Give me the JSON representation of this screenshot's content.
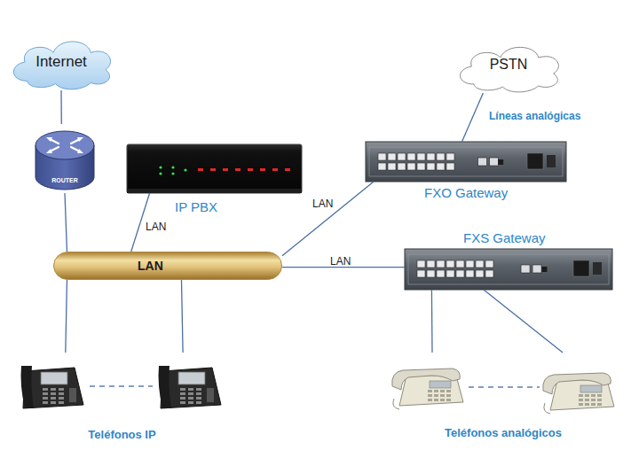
{
  "diagram": {
    "nodes": [
      {
        "text": [
          "Internet"
        ]
      },
      {
        "text": [
          "PSTN"
        ]
      },
      {
        "text": [
          "ROUTER"
        ]
      },
      {
        "text": [
          "IP PBX"
        ]
      },
      {
        "text": [
          "FXO Gateway"
        ]
      },
      {
        "text": [
          "LAN"
        ]
      },
      {
        "text": [
          "FXS Gateway"
        ]
      },
      {
        "text": [
          "Teléfonos IP"
        ]
      },
      {
        "text": [
          "Teléfonos analógicos"
        ]
      }
    ],
    "edges": [
      {
        "from": 0,
        "to": 2,
        "arrow": "none"
      },
      {
        "from": 1,
        "to": 4,
        "label": "Líneas analógicas",
        "arrow": "none"
      },
      {
        "from": 2,
        "to": 5,
        "arrow": "none"
      },
      {
        "from": 3,
        "to": 5,
        "label": "LAN",
        "arrow": "none"
      },
      {
        "from": 4,
        "to": 5,
        "label": "LAN",
        "arrow": "none"
      },
      {
        "from": 5,
        "to": 6,
        "label": "LAN",
        "arrow": "none"
      },
      {
        "from": 5,
        "to": 7,
        "arrow": "none"
      },
      {
        "from": 5,
        "to": 7,
        "arrow": "none"
      },
      {
        "from": 6,
        "to": 8,
        "arrow": "none"
      },
      {
        "from": 6,
        "to": 8,
        "arrow": "none"
      }
    ]
  }
}
